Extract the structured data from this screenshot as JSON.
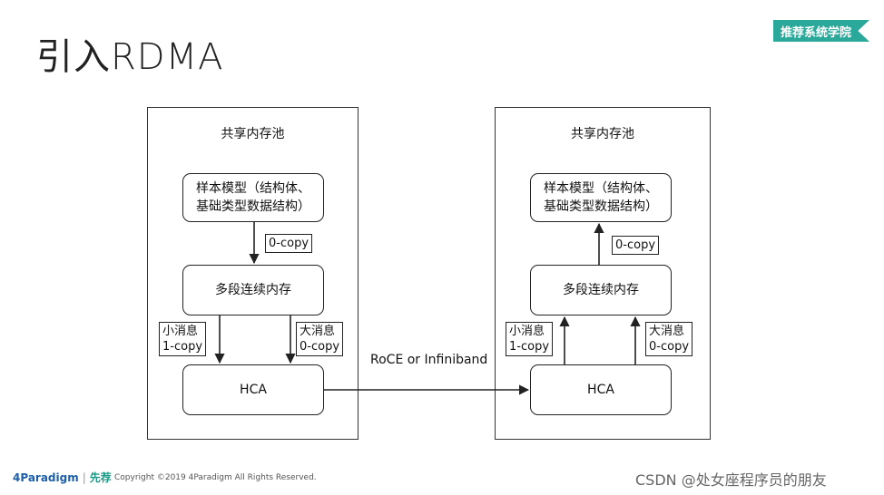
{
  "title": "引入RDMA",
  "badge": "推荐系统学院",
  "left_panel": {
    "title": "共享内存池",
    "model_line1": "样本模型（结构体、",
    "model_line2": "基础类型数据结构）",
    "copy_tag": "0-copy",
    "memory": "多段连续内存",
    "small_tag_line1": "小消息",
    "small_tag_line2": "1-copy",
    "large_tag_line1": "大消息",
    "large_tag_line2": "0-copy",
    "hca": "HCA"
  },
  "right_panel": {
    "title": "共享内存池",
    "model_line1": "样本模型（结构体、",
    "model_line2": "基础类型数据结构）",
    "copy_tag": "0-copy",
    "memory": "多段连续内存",
    "small_tag_line1": "小消息",
    "small_tag_line2": "1-copy",
    "large_tag_line1": "大消息",
    "large_tag_line2": "0-copy",
    "hca": "HCA"
  },
  "link_label": "RoCE or Infiniband",
  "footer": {
    "logo_left": "4Paradigm",
    "logo_right": "先荐",
    "copyright": "Copyright ©2019 4Paradigm All Rights Reserved.",
    "watermark": "CSDN @处女座程序员的朋友"
  },
  "colors": {
    "badge": "#2aa89a",
    "line": "#222222"
  }
}
